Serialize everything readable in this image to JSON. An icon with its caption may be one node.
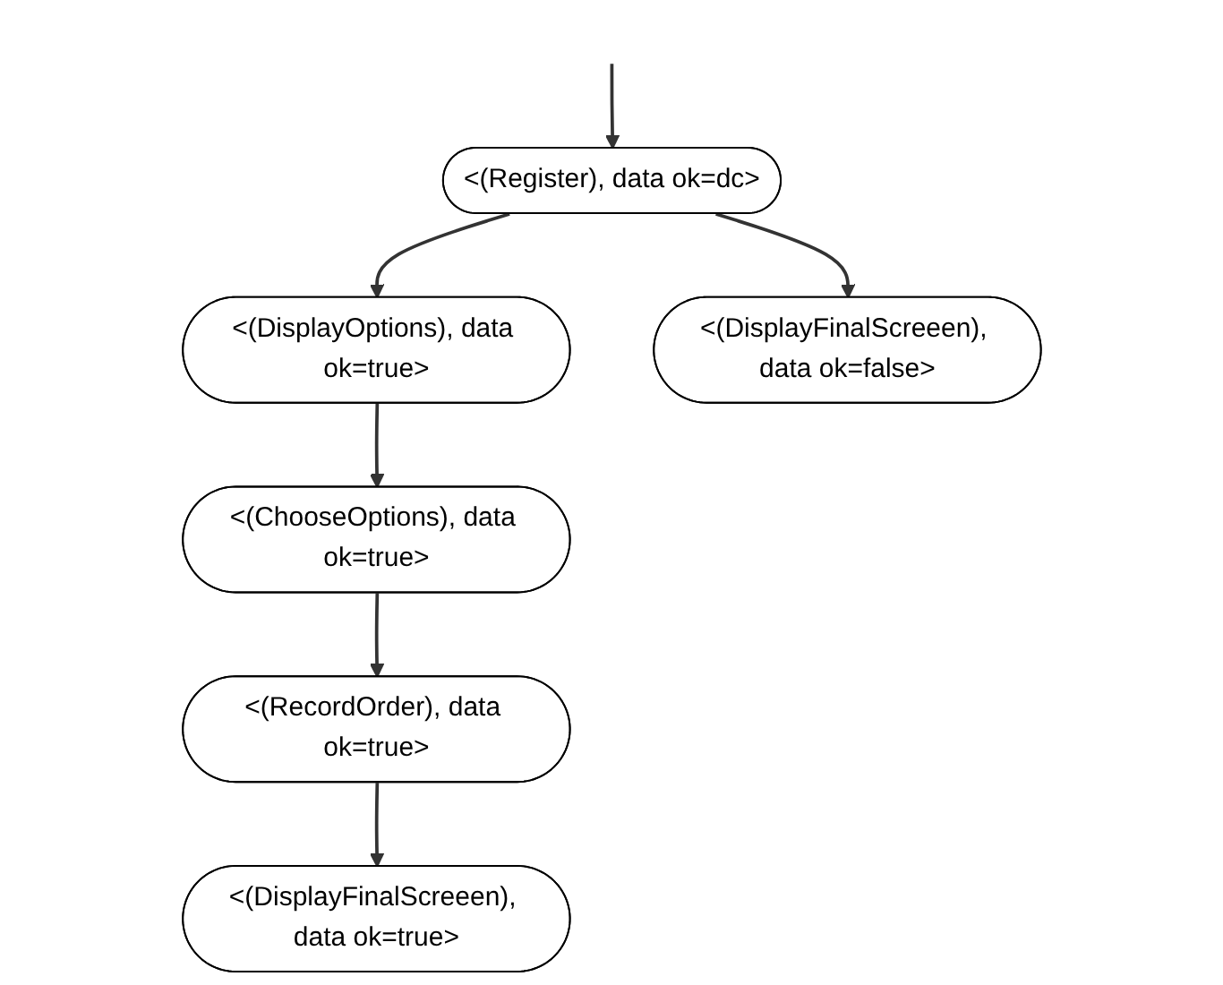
{
  "diagram": {
    "nodes": [
      {
        "text": [
          "<(Register), data ok=dc>"
        ]
      },
      {
        "text": [
          "<(DisplayOptions), data ok=true>"
        ]
      },
      {
        "text": [
          "<(DisplayFinalScreeen), data ok=false>"
        ]
      },
      {
        "text": [
          "<(ChooseOptions), data ok=true>"
        ]
      },
      {
        "text": [
          "<(RecordOrder), data ok=true>"
        ]
      },
      {
        "text": [
          "<(DisplayFinalScreeen), data ok=true>"
        ]
      }
    ],
    "edges": [
      {
        "from": null,
        "to": 0,
        "arrow": "to"
      },
      {
        "from": 0,
        "to": 1,
        "arrow": "to"
      },
      {
        "from": 0,
        "to": 2,
        "arrow": "to"
      },
      {
        "from": 1,
        "to": 3,
        "arrow": "to"
      },
      {
        "from": 3,
        "to": 4,
        "arrow": "to"
      },
      {
        "from": 4,
        "to": 5,
        "arrow": "to"
      }
    ]
  }
}
